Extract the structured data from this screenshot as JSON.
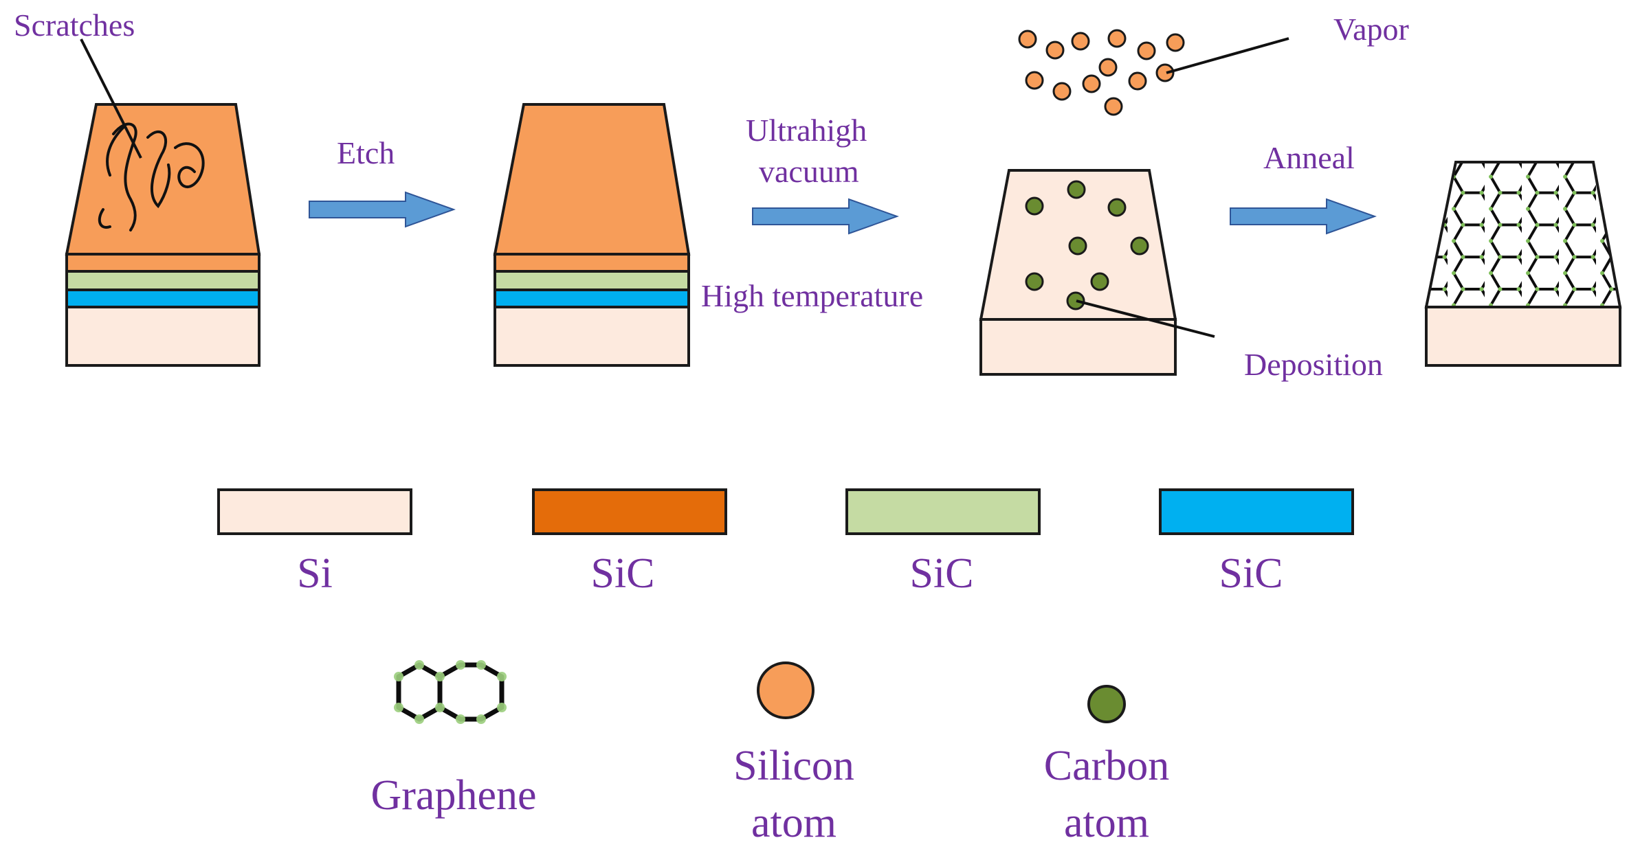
{
  "labels": {
    "scratches": "Scratches",
    "etch": "Etch",
    "ultrahigh": "Ultrahigh",
    "vacuum": "vacuum",
    "high_temperature": "High temperature",
    "vapor": "Vapor",
    "anneal": "Anneal",
    "deposition": "Deposition"
  },
  "legend": {
    "layers": [
      {
        "label": "Si",
        "color": "#fdeade"
      },
      {
        "label": "SiC",
        "color": "#e46c0a"
      },
      {
        "label": "SiC",
        "color": "#c5dba3"
      },
      {
        "label": "SiC",
        "color": "#00b0f0"
      }
    ],
    "symbols": [
      {
        "line1": "Graphene",
        "line2": "",
        "icon": "graphene-hexagon-icon"
      },
      {
        "line1": "Silicon",
        "line2": "atom",
        "color": "#f79d59"
      },
      {
        "line1": "Carbon",
        "line2": "atom",
        "color": "#6a8c31"
      }
    ]
  },
  "colors": {
    "text": "#7030a0",
    "sic_top": "#f79d59",
    "si": "#fdeade",
    "sic_green": "#c5dba3",
    "sic_blue": "#00b0f0",
    "arrow": "#5b9bd5",
    "silicon_atom": "#f79d59",
    "carbon_atom": "#6a8c31"
  }
}
